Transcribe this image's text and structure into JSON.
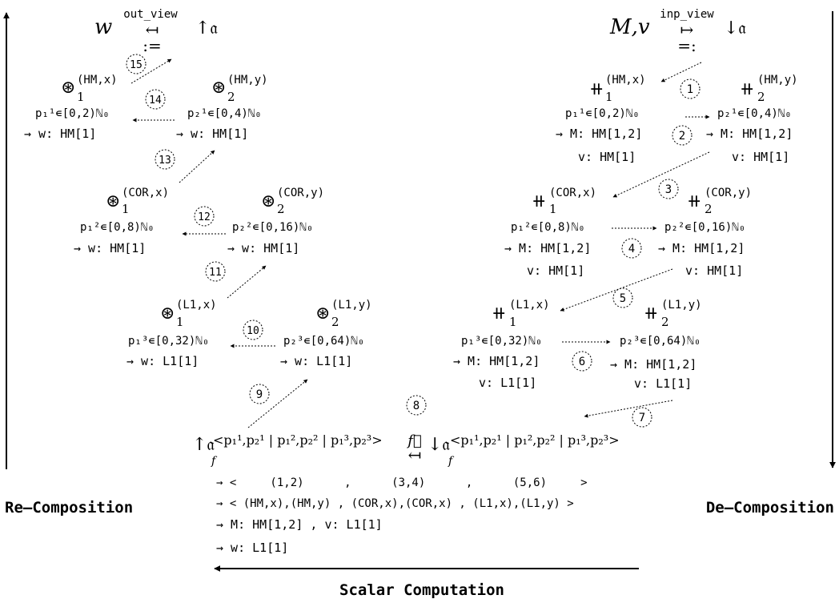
{
  "axes": {
    "left": "Re–Composition",
    "right": "De–Composition",
    "bottom": "Scalar Computation"
  },
  "header": {
    "left_sym": "w",
    "left_view": "out_view",
    "left_arrow": "↤",
    "left_frak": "↑𝔞",
    "left_assign": ":=",
    "right_sym": "M,v",
    "right_view": "inp_view",
    "right_arrow": "↦",
    "right_frak": "↓𝔞",
    "right_assign": "=:"
  },
  "steps": [
    "1",
    "2",
    "3",
    "4",
    "5",
    "6",
    "7",
    "8",
    "9",
    "10",
    "11",
    "12",
    "13",
    "14",
    "15"
  ],
  "decomp": [
    {
      "op": "⧺",
      "sub": "1",
      "tag": "(HM,x)",
      "range": "p₁¹∊[0,2)ℕ₀",
      "m": "→ M: HM[1,2]",
      "v": "v: HM[1]"
    },
    {
      "op": "⧺",
      "sub": "2",
      "tag": "(HM,y)",
      "range": "p₂¹∊[0,4)ℕ₀",
      "m": "→ M: HM[1,2]",
      "v": "v: HM[1]"
    },
    {
      "op": "⧺",
      "sub": "1",
      "tag": "(COR,x)",
      "range": "p₁²∊[0,8)ℕ₀",
      "m": "→ M: HM[1,2]",
      "v": "v: HM[1]"
    },
    {
      "op": "⧺",
      "sub": "2",
      "tag": "(COR,y)",
      "range": "p₂²∊[0,16)ℕ₀",
      "m": "→ M: HM[1,2]",
      "v": "v: HM[1]"
    },
    {
      "op": "⧺",
      "sub": "1",
      "tag": "(L1,x)",
      "range": "p₁³∊[0,32)ℕ₀",
      "m": "→ M: HM[1,2]",
      "v": "v: L1[1]"
    },
    {
      "op": "⧺",
      "sub": "2",
      "tag": "(L1,y)",
      "range": "p₂³∊[0,64)ℕ₀",
      "m": "→ M: HM[1,2]",
      "v": "v: L1[1]"
    }
  ],
  "recomp": [
    {
      "op": "⊛",
      "sub": "1",
      "tag": "(HM,x)",
      "range": "p₁¹∊[0,2)ℕ₀",
      "w": "→ w: HM[1]"
    },
    {
      "op": "⊛",
      "sub": "2",
      "tag": "(HM,y)",
      "range": "p₂¹∊[0,4)ℕ₀",
      "w": "→ w: HM[1]"
    },
    {
      "op": "⊛",
      "sub": "1",
      "tag": "(COR,x)",
      "range": "p₁²∊[0,8)ℕ₀",
      "w": "→ w: HM[1]"
    },
    {
      "op": "⊛",
      "sub": "2",
      "tag": "(COR,y)",
      "range": "p₂²∊[0,16)ℕ₀",
      "w": "→ w: HM[1]"
    },
    {
      "op": "⊛",
      "sub": "1",
      "tag": "(L1,x)",
      "range": "p₁³∊[0,32)ℕ₀",
      "w": "→ w: L1[1]"
    },
    {
      "op": "⊛",
      "sub": "2",
      "tag": "(L1,y)",
      "range": "p₂³∊[0,64)ℕ₀",
      "w": "→ w: L1[1]"
    }
  ],
  "scalar": {
    "left_frak": "↑𝔞",
    "right_frak": "↓𝔞",
    "sub": "f",
    "params": "<p₁¹,p₂¹ | p₁²,p₂² | p₁³,p₂³>",
    "fn": "f⃗",
    "fn_arrow": "↤",
    "lines": [
      "→ <     (1,2)      ,      (3,4)      ,      (5,6)     >",
      "→ < (HM,x),(HM,y) , (COR,x),(COR,x) , (L1,x),(L1,y) >",
      "→ M: HM[1,2] , v: L1[1]",
      "→ w: L1[1]"
    ]
  }
}
